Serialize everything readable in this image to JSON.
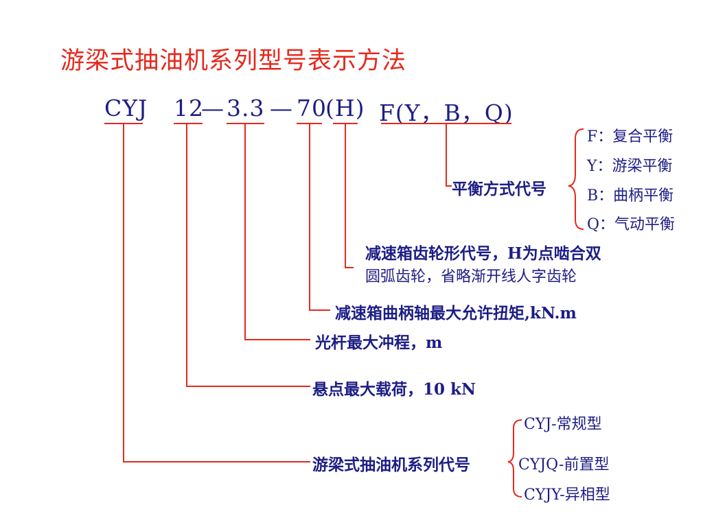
{
  "title": "游梁式抽油机系列型号表示方法",
  "code": {
    "series": "CYJ",
    "load": "12",
    "dash1": "—",
    "stroke": "3.3",
    "dash2": "—",
    "torque": "70",
    "gear": "(H)",
    "balance": "F(Y，B，Q)"
  },
  "labels": {
    "balance": "平衡方式代号",
    "gear_line1": "减速箱齿轮形代号，H为点啮合双",
    "gear_line2": "圆弧齿轮，省略渐开线人字齿轮",
    "torque": "减速箱曲柄轴最大允许扭矩,kN.m",
    "stroke": "光杆最大冲程，m",
    "load": "悬点最大载荷，10 kN",
    "series": "游梁式抽油机系列代号"
  },
  "balance_options": [
    "F：复合平衡",
    "Y：游梁平衡",
    "B：曲柄平衡",
    "Q：气动平衡"
  ],
  "series_options": [
    "CYJ-常规型",
    "CYJQ-前置型",
    "CYJY-异相型"
  ],
  "colors": {
    "title": "#e4291c",
    "text": "#1d1d85",
    "lines": "#e4291c"
  }
}
